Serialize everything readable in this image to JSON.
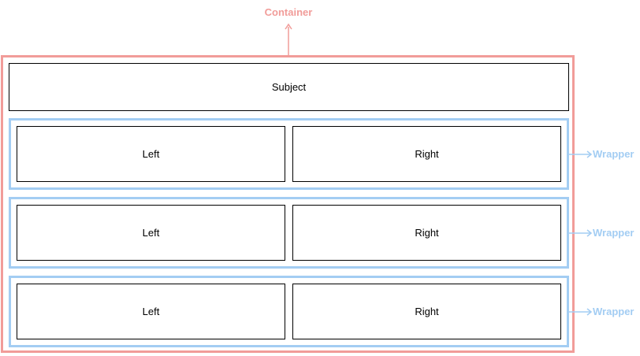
{
  "colors": {
    "container": "#f19c99",
    "wrapper": "#a3cdf3",
    "box_border": "#000000"
  },
  "container": {
    "label": "Container"
  },
  "subject": {
    "label": "Subject"
  },
  "wrappers": [
    {
      "label": "Wrapper",
      "left": "Left",
      "right": "Right"
    },
    {
      "label": "Wrapper",
      "left": "Left",
      "right": "Right"
    },
    {
      "label": "Wrapper",
      "left": "Left",
      "right": "Right"
    }
  ]
}
